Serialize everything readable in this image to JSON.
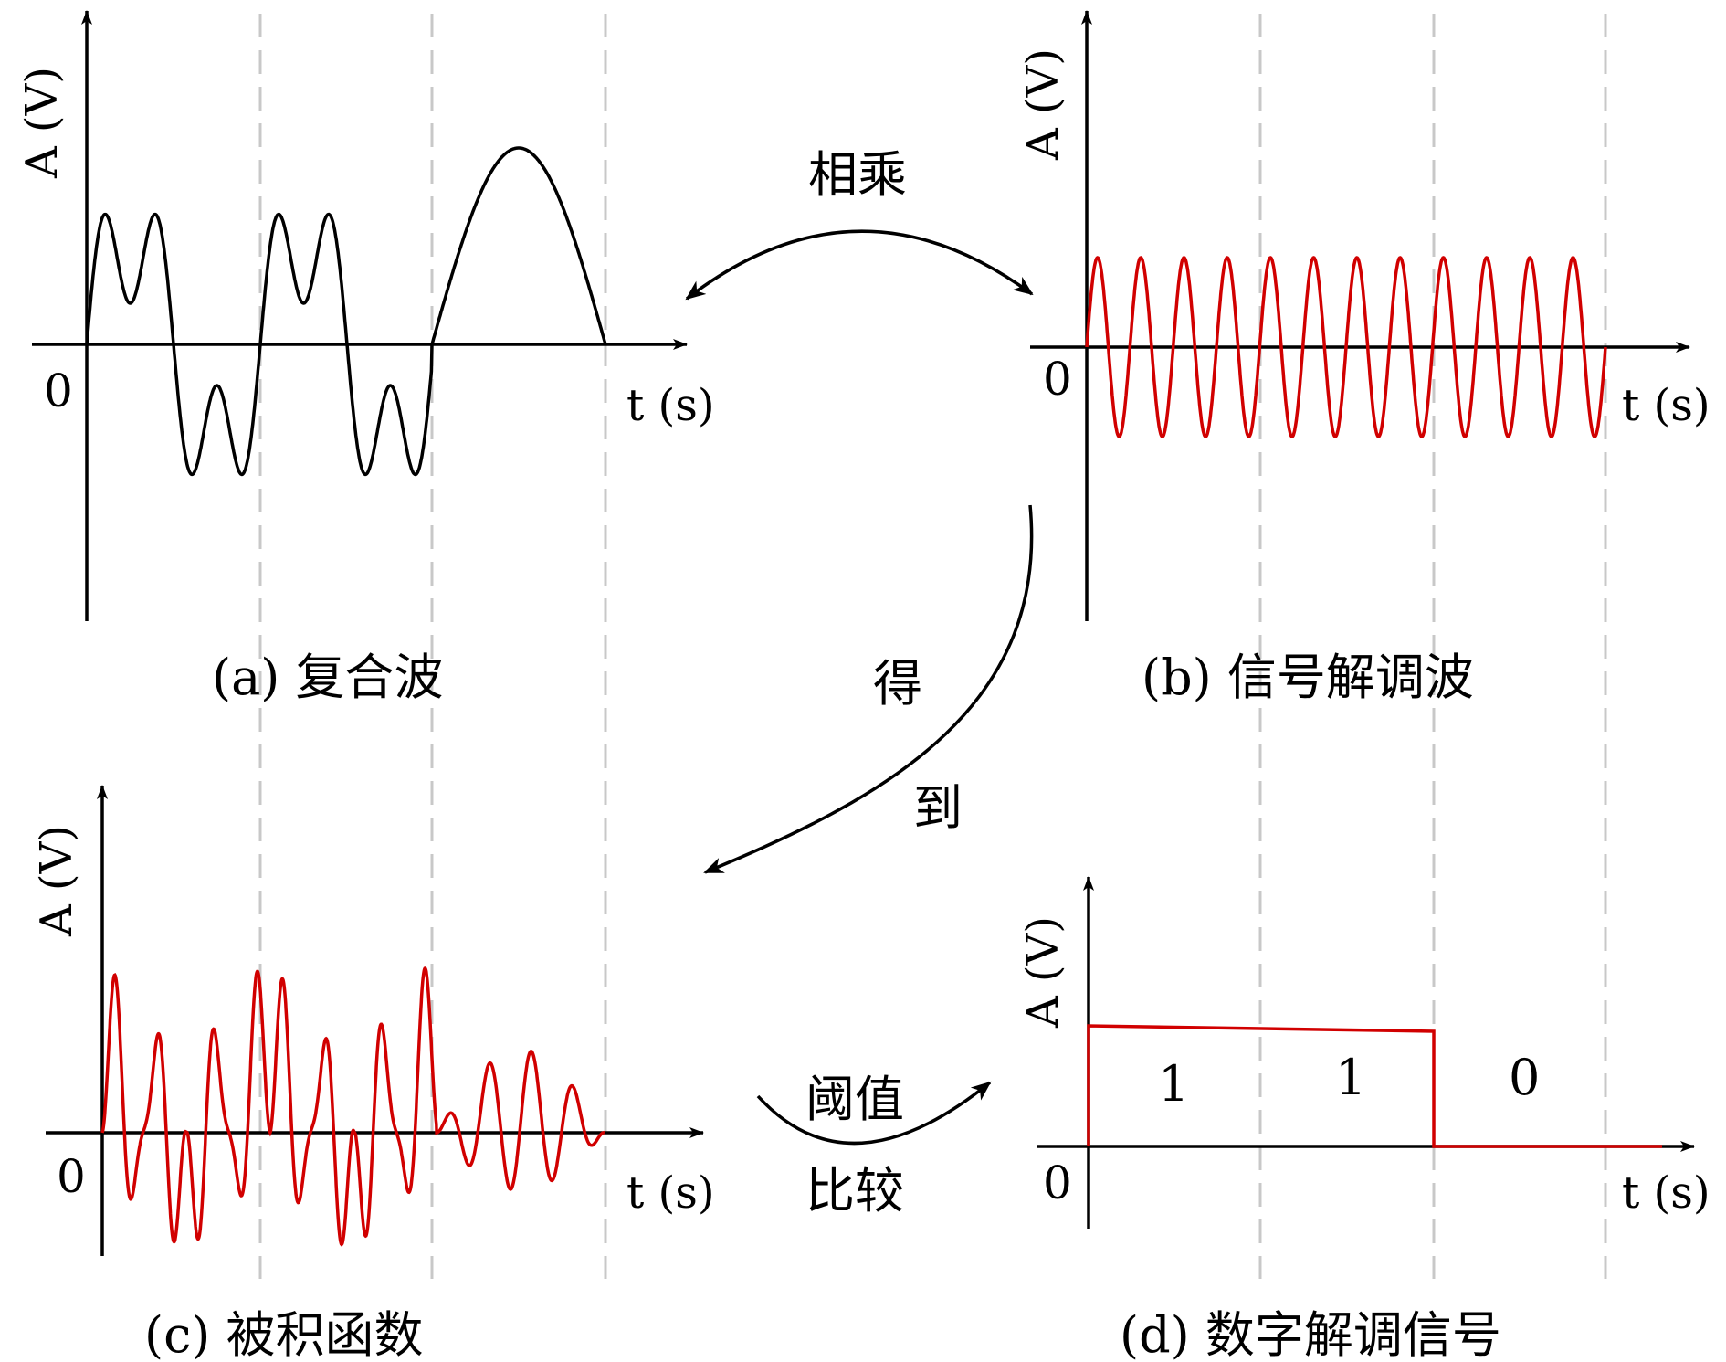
{
  "colors": {
    "axis": "#000000",
    "wave_black": "#000000",
    "wave_red": "#d10000",
    "grid": "#c8c8c8"
  },
  "panels": {
    "a": {
      "caption": "(a) 复合波",
      "ylabel": "A (V)",
      "xlabel": "t (s)",
      "origin": "0"
    },
    "b": {
      "caption": "(b) 信号解调波",
      "ylabel": "A (V)",
      "xlabel": "t (s)",
      "origin": "0"
    },
    "c": {
      "caption": "(c) 被积函数",
      "ylabel": "A (V)",
      "xlabel": "t (s)",
      "origin": "0"
    },
    "d": {
      "caption": "(d) 数字解调信号",
      "ylabel": "A (V)",
      "xlabel": "t (s)",
      "origin": "0",
      "bits": [
        "1",
        "1",
        "0"
      ]
    }
  },
  "arrows": {
    "multiply": "相乘",
    "obtain_1": "得",
    "obtain_2": "到",
    "threshold_1": "阈值",
    "threshold_2": "比较"
  }
}
